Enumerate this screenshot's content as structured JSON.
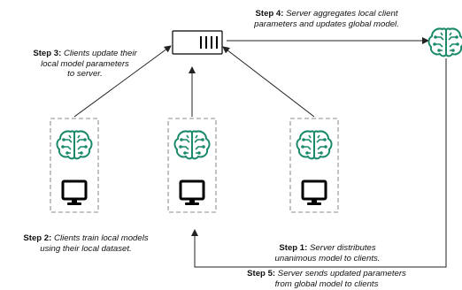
{
  "colors": {
    "brain": "#1a8a6b",
    "dashed_box": "#b3b3b3",
    "arrow": "#222222",
    "text": "#111111"
  },
  "icons": {
    "server": "server-icon",
    "global_model": "brain-icon",
    "client_model": "brain-icon",
    "client_device": "monitor-icon"
  },
  "step3": {
    "bold": "Step 3:",
    "line1": " Clients update their",
    "line2": "local model parameters",
    "line3": "to server."
  },
  "step4": {
    "bold": "Step 4:",
    "line1": " Server aggregates local client",
    "line2": "parameters and updates global model."
  },
  "step2": {
    "bold": "Step 2:",
    "line1": " Clients train local models",
    "line2": "using their local dataset."
  },
  "step1": {
    "bold": "Step 1:",
    "line1": " Server distributes",
    "line2": "unanimous model to clients."
  },
  "step5": {
    "bold": "Step 5:",
    "line1": " Server sends updated parameters",
    "line2": "from global model to clients"
  }
}
